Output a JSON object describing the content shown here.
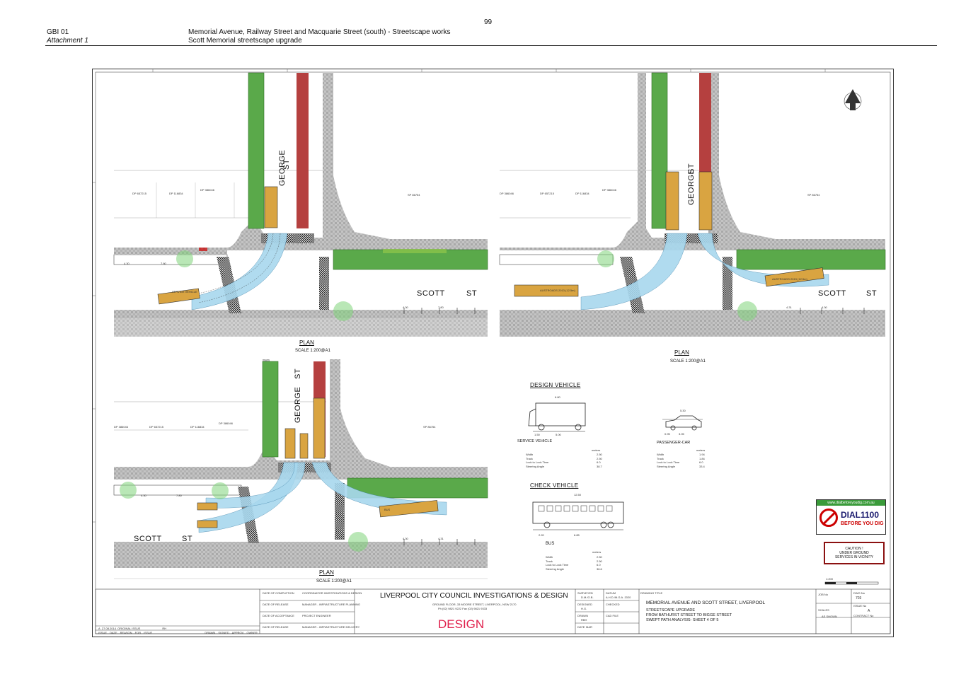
{
  "header": {
    "page_number": "99",
    "ref": "GBI 01",
    "attachment": "Attachment 1",
    "title": "Memorial Avenue, Railway Street and Macquarie Street (south) - Streetscape works",
    "subtitle": "Scott Memorial streetscape upgrade"
  },
  "plans": {
    "george_st": "GEORGE",
    "st": "ST",
    "scott": "SCOTT",
    "plan_label": "PLAN",
    "scale": "SCALE 1:200@A1",
    "lot_labels": [
      "DP 657215",
      "DP 116834",
      "DP 386046",
      "SP 86754",
      "DP 386046",
      "DP 657215",
      "DP 116834",
      "DP 386046",
      "SP 86754",
      "DP 386046",
      "DP 657215",
      "DP 116834",
      "DP 386046",
      "SP 86754"
    ],
    "bus_label": "BUS",
    "bus_plate": "AUSTROADS 2013 (12.5m)",
    "service_label": "SERVICE VEHICLE",
    "dims": [
      "4.30",
      "7.80",
      "4.30",
      "7.80",
      "4.31",
      "4.30",
      "4.30",
      "4.30",
      "4.31",
      "4.30",
      "4.30",
      "4.30",
      "7.80"
    ]
  },
  "design_vehicle": {
    "title": "DESIGN VEHICLE",
    "service": "SERVICE VEHICLE",
    "passenger": "PASSENGER-CAR",
    "service_len": "6.80",
    "service_dims": [
      "1.50",
      "5.00"
    ],
    "car_len": "5.30",
    "car_dims": [
      "0.95",
      "3.05"
    ],
    "unit": "meters",
    "service_specs": [
      [
        "Width",
        "2.50"
      ],
      [
        "Track",
        "2.50"
      ],
      [
        "Lock to Lock Time",
        "6.0"
      ],
      [
        "Steering Angle",
        "38.7"
      ]
    ],
    "car_specs": [
      [
        "Width",
        "1.94"
      ],
      [
        "Track",
        "1.84"
      ],
      [
        "Lock to Lock Time",
        "6.0"
      ],
      [
        "Steering Angle",
        "33.4"
      ]
    ]
  },
  "check_vehicle": {
    "title": "CHECK VEHICLE",
    "bus": "BUS",
    "len": "12.50",
    "dims": [
      "2.20",
      "6.85"
    ],
    "unit": "meters",
    "specs": [
      [
        "Width",
        "2.50"
      ],
      [
        "Track",
        "2.50"
      ],
      [
        "Lock to Lock Time",
        "6.0"
      ],
      [
        "Steering Angle",
        "36.6"
      ]
    ]
  },
  "dial": {
    "url": "www.dialbeforeyoudig.com.au",
    "num": "DIAL1100",
    "sub": "BEFORE YOU DIG"
  },
  "caution": {
    "line1": "CAUTION !",
    "line2": "UNDER GROUND",
    "line3": "SERVICES IN VICINITY"
  },
  "titleblock": {
    "council": "LIVERPOOL CITY COUNCIL INVESTIGATIONS & DESIGN",
    "address": "GROUND FLOOR, 33 MOORE STREET, LIVERPOOL, NSW 2170",
    "phone": "Ph (02) 9821 9222    Fax (02) 9821 9333",
    "design": "DESIGN",
    "approvals": [
      [
        "DATE OF COMPLETION",
        "COORDINATOR INVESTIGATIONS & DESIGN"
      ],
      [
        "DATE OF RELEASE",
        "MANAGER - INFRASTRUCTURE PLANNING"
      ],
      [
        "DATE OF ACCEPTANCE",
        "PROJECT ENGINEER"
      ],
      [
        "DATE OF RELEASE",
        "MANAGER - INFRASTRUCTURE DELIVERY"
      ]
    ],
    "rev_row": [
      "A",
      "27.08.2014",
      "ORIGINAL ISSUE",
      "RH"
    ],
    "rev_headers": [
      "ISSUE",
      "DATE",
      "REASON FOR ISSUE",
      "DRAWN",
      "SIGNED",
      "APPROV",
      "OWNER"
    ],
    "surveyed": "SURVEYED",
    "surveyed_by": "D.M./G.B.",
    "datum": "DATUM",
    "datum_val": "A.H.D./M.G.A. 2020",
    "designed": "DESIGNED",
    "designed_by": "H.G.",
    "checked": "CHECKED",
    "drawn": "DRAWN",
    "drawn_by": "RBH",
    "cad_file": "CAD FILE",
    "date_label": "DATE",
    "date_val": "MAR",
    "drawing_title_label": "DRAWING TITLE",
    "t1": "MEMORIAL AVENUE AND SCOTT STREET, LIVERPOOL",
    "t2": "STREETSCAPE UPGRADE",
    "t3": "FROM BATHURST STREET TO BIGGE STREET",
    "t4": "SWEPT PATH ANALYSIS- SHEET 4 OF 5",
    "job_no_label": "JOB No",
    "dwg_no_label": "DWG No",
    "dwg_no": "703",
    "issue_label": "ISSUE No",
    "issue": "A",
    "scales_label": "SCALES",
    "scales": "AS SHOWN",
    "contract_label": "CONTRACT No",
    "scale_bar": "1:200"
  },
  "colors": {
    "green": "#4caf50",
    "red": "#b5403f",
    "blue": "#9fd4ec",
    "bus": "#d9a441",
    "paving": "#b8b8b8"
  }
}
